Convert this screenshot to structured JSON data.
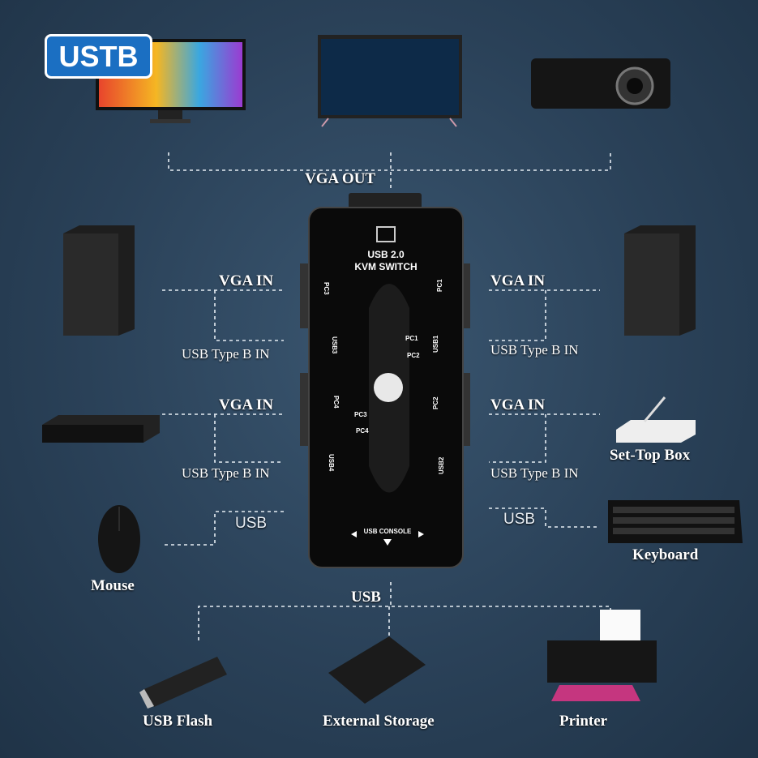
{
  "brand": "USTB",
  "labels": {
    "vga_out": "VGA OUT",
    "vga_in": "VGA IN",
    "usb_type_b_in": "USB Type B IN",
    "usb": "USB",
    "set_top_box": "Set-Top Box",
    "keyboard": "Keyboard",
    "mouse": "Mouse",
    "usb_flash": "USB Flash",
    "external_storage": "External Storage",
    "printer": "Printer"
  },
  "device": {
    "title_line1": "USB 2.0",
    "title_line2": "KVM SWITCH",
    "ports": [
      "PC1",
      "PC2",
      "PC3",
      "PC4",
      "USB1",
      "USB2",
      "USB3",
      "USB4"
    ],
    "leds": [
      "PC1",
      "PC2",
      "PC3",
      "PC4"
    ],
    "console": "USB CONSOLE"
  }
}
